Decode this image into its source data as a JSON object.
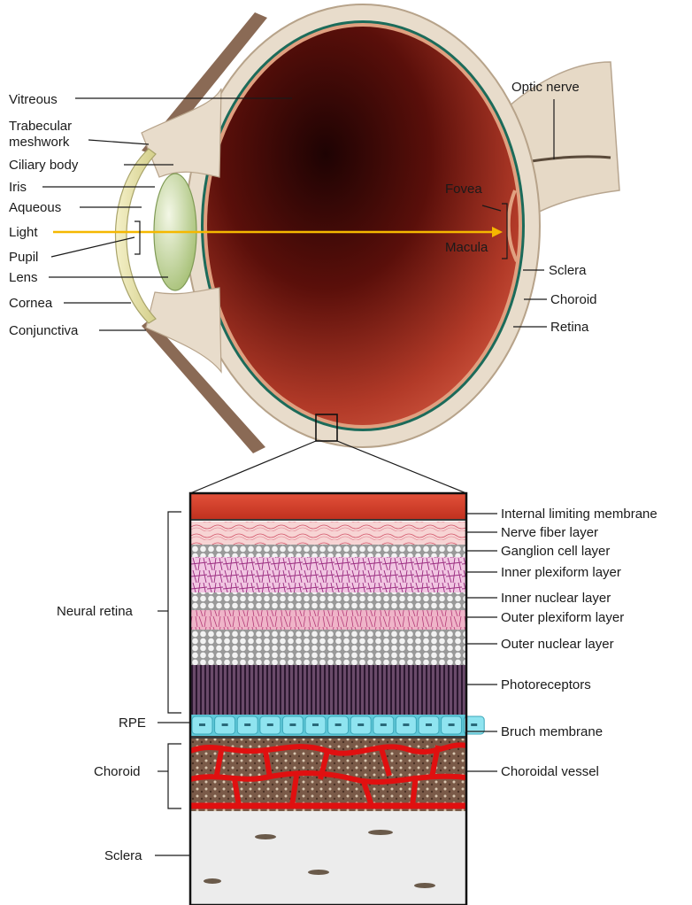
{
  "eye_labels": {
    "vitreous": "Vitreous",
    "trabecular_1": "Trabecular",
    "trabecular_2": "meshwork",
    "ciliary_body": "Ciliary body",
    "iris": "Iris",
    "aqueous": "Aqueous",
    "light": "Light",
    "pupil": "Pupil",
    "lens": "Lens",
    "cornea": "Cornea",
    "conjunctiva": "Conjunctiva",
    "optic_nerve": "Optic nerve",
    "fovea": "Fovea",
    "macula": "Macula",
    "sclera": "Sclera",
    "choroid": "Choroid",
    "retina": "Retina"
  },
  "layer_labels": {
    "internal_limiting": "Internal limiting membrane",
    "nerve_fiber": "Nerve fiber layer",
    "ganglion": "Ganglion cell layer",
    "inner_plexiform": "Inner plexiform layer",
    "inner_nuclear": "Inner nuclear layer",
    "outer_plexiform": "Outer plexiform layer",
    "outer_nuclear": "Outer nuclear layer",
    "photoreceptors": "Photoreceptors",
    "bruch": "Bruch membrane",
    "choroidal_vessel": "Choroidal vessel"
  },
  "group_labels": {
    "neural_retina": "Neural retina",
    "rpe": "RPE",
    "choroid": "Choroid",
    "sclera": "Sclera"
  },
  "colors": {
    "vitreous_dark": "#2a0606",
    "vitreous_red": "#b83a2a",
    "sclera_tissue": "#e8dccb",
    "lens_green": "#c8d9a0",
    "light_ray": "#f5b800",
    "rpe_cyan": "#7fdcea",
    "vessel_red": "#e01010",
    "plexiform_pink": "#d98cc0"
  }
}
